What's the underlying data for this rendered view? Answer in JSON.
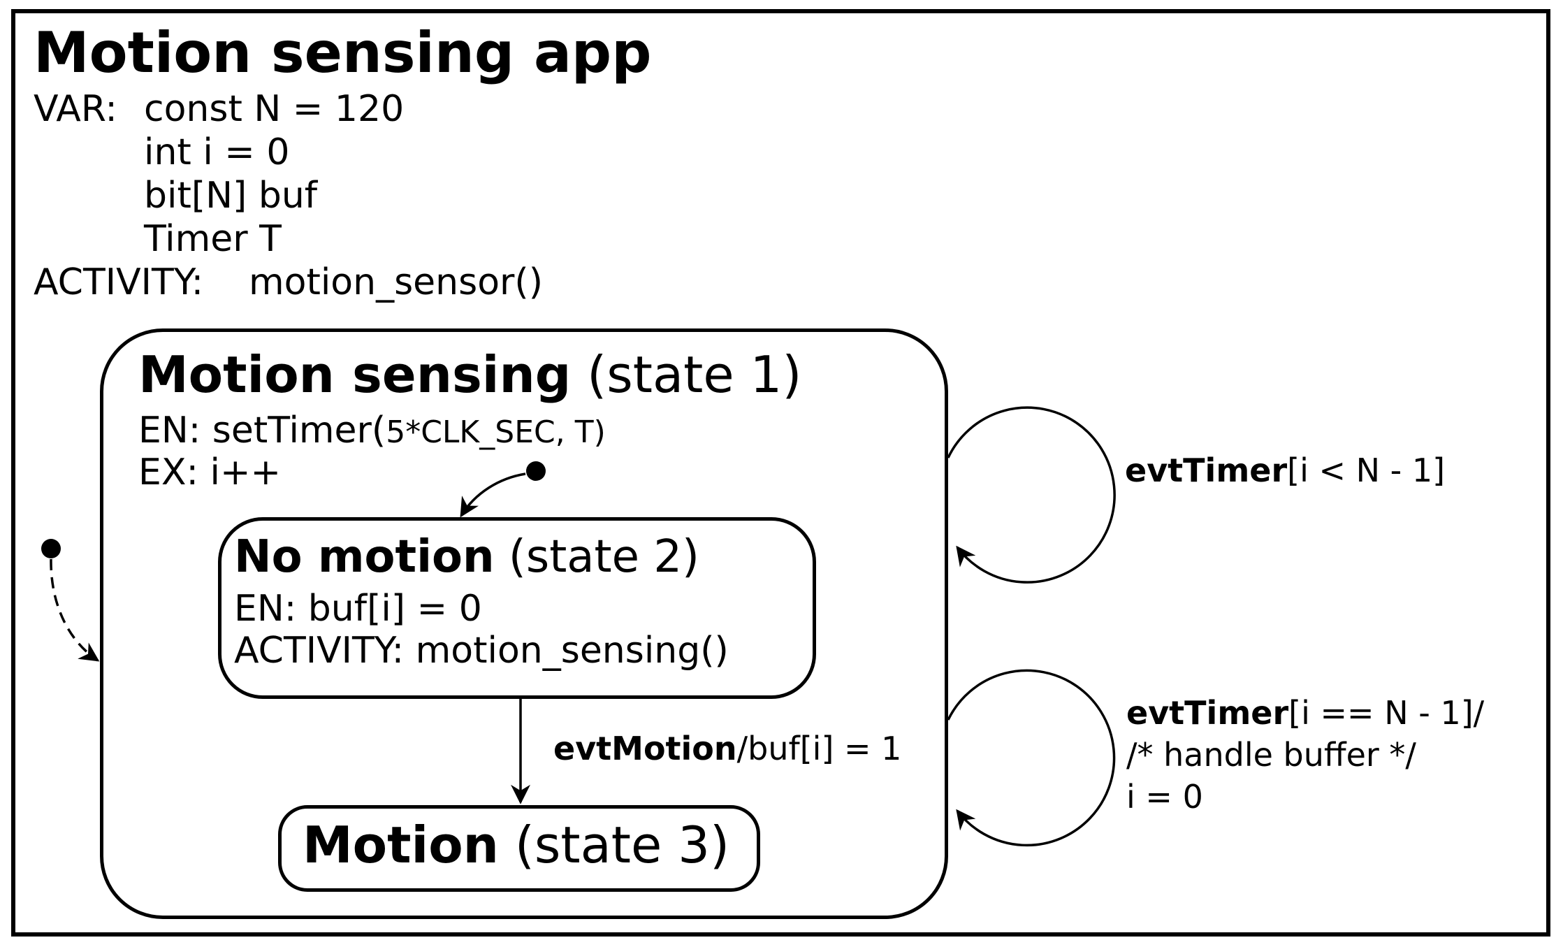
{
  "app": {
    "title": "Motion sensing app",
    "var_label": "VAR:",
    "vars": [
      "const N = 120",
      "int i = 0",
      "bit[N] buf",
      "Timer T"
    ],
    "activity_label": "ACTIVITY:",
    "activity": "motion_sensor()"
  },
  "state1": {
    "name": "Motion sensing",
    "tag": " (state 1)",
    "entry_label": "EN: setTimer(",
    "entry_args": "5*CLK_SEC, T)",
    "exit": "EX: i++"
  },
  "state2": {
    "name": "No motion",
    "tag": " (state 2)",
    "entry": "EN: buf[i] = 0",
    "activity": "ACTIVITY: motion_sensing()"
  },
  "state3": {
    "name": "Motion",
    "tag": " (state 3)"
  },
  "transitions": {
    "motion_event": "evtMotion",
    "motion_action": "/buf[i] = 1",
    "timer_event": "evtTimer",
    "timer_guard": "[i < N - 1]",
    "timer2_event": "evtTimer",
    "timer2_guard": "[i == N - 1]/",
    "timer2_action_1": "/* handle buffer */",
    "timer2_action_2": "i = 0"
  },
  "colors": {
    "line": "#000000",
    "background": "#ffffff"
  }
}
